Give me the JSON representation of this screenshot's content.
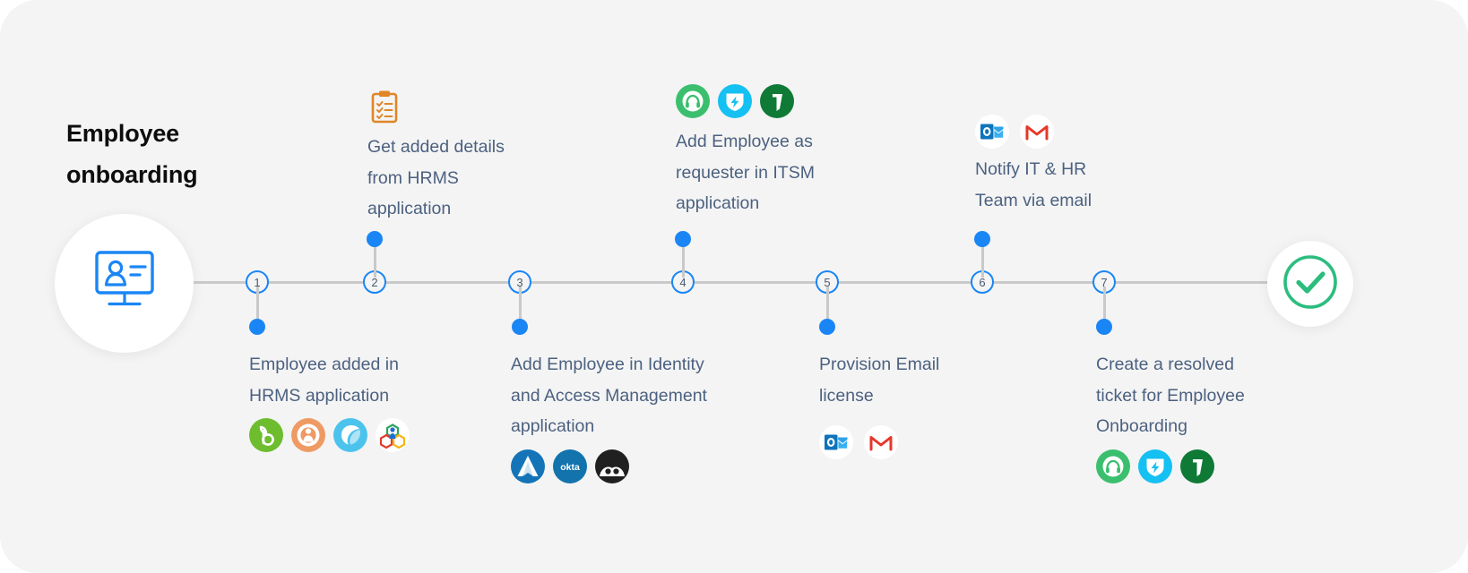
{
  "diagram": {
    "title": "Employee\nonboarding",
    "background_color": "#f4f4f4",
    "rail_color": "#c9c9c9",
    "accent_color": "#1a86f5",
    "text_color": "#4c6180",
    "success_color": "#2bbd7e"
  },
  "start_node": {
    "icon": "employee-monitor-icon",
    "color": "#1a86f5"
  },
  "end_node": {
    "icon": "check-circle-icon",
    "color": "#2bbd7e"
  },
  "steps": [
    {
      "number": "1",
      "position": "below",
      "label": "Employee added in\nHRMS application",
      "icons": [
        {
          "name": "bamboohr-icon",
          "color": "#6dbd2f"
        },
        {
          "name": "zoho-people-icon",
          "color": "#ef9a63"
        },
        {
          "name": "freshteam-icon",
          "color": "#4cc3ec"
        },
        {
          "name": "keka-hexagon-icon",
          "color": "#ffffff"
        }
      ]
    },
    {
      "number": "2",
      "position": "above",
      "label": "Get added details\nfrom HRMS\napplication",
      "icons": [
        {
          "name": "clipboard-checklist-icon",
          "color": "#e08627"
        }
      ]
    },
    {
      "number": "3",
      "position": "below",
      "label": "Add Employee in Identity\nand Access Management\napplication",
      "icons": [
        {
          "name": "azure-active-directory-icon",
          "color": "#1474b7"
        },
        {
          "name": "okta-icon",
          "color": "#1273ad"
        },
        {
          "name": "onelogin-icon",
          "color": "#202020"
        }
      ]
    },
    {
      "number": "4",
      "position": "above",
      "label": "Add Employee as\nrequester in ITSM\napplication",
      "icons": [
        {
          "name": "servicedesk-plus-headset-icon",
          "color": "#3bbf6e"
        },
        {
          "name": "freshservice-bolt-icon",
          "color": "#15c0f2"
        },
        {
          "name": "zoho-desk-icon",
          "color": "#0f7a36"
        }
      ]
    },
    {
      "number": "5",
      "position": "below",
      "label": "Provision Email\nlicense",
      "icons": [
        {
          "name": "outlook-icon",
          "color": "#0f74bb"
        },
        {
          "name": "gmail-icon",
          "color": "#e5382b"
        }
      ]
    },
    {
      "number": "6",
      "position": "above",
      "label": "Notify IT & HR\nTeam via email",
      "icons": [
        {
          "name": "outlook-icon",
          "color": "#0f74bb"
        },
        {
          "name": "gmail-icon",
          "color": "#e5382b"
        }
      ]
    },
    {
      "number": "7",
      "position": "below",
      "label": "Create a resolved\nticket for Employee\nOnboarding",
      "icons": [
        {
          "name": "servicedesk-plus-headset-icon",
          "color": "#3bbf6e"
        },
        {
          "name": "freshservice-bolt-icon",
          "color": "#15c0f2"
        },
        {
          "name": "zoho-desk-icon",
          "color": "#0f7a36"
        }
      ]
    }
  ]
}
